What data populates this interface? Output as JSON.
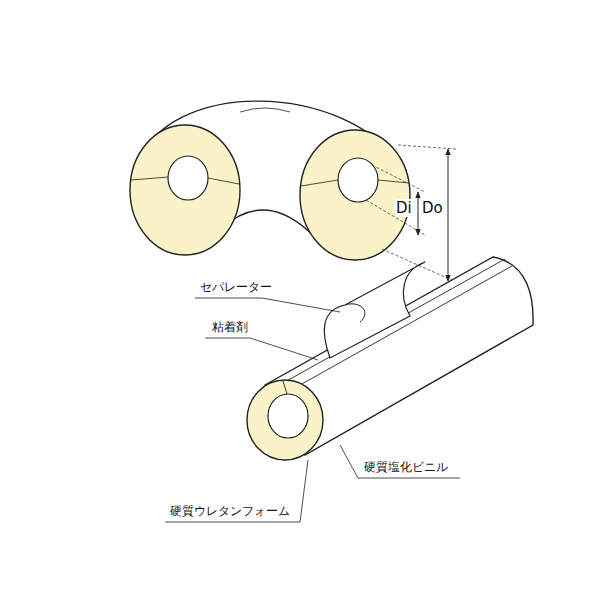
{
  "diagram": {
    "labels": [
      "Di",
      "Do",
      "セパレーター",
      "粘着剤",
      "硬質塩化ビニル",
      "硬質ウレタンフォーム"
    ]
  }
}
